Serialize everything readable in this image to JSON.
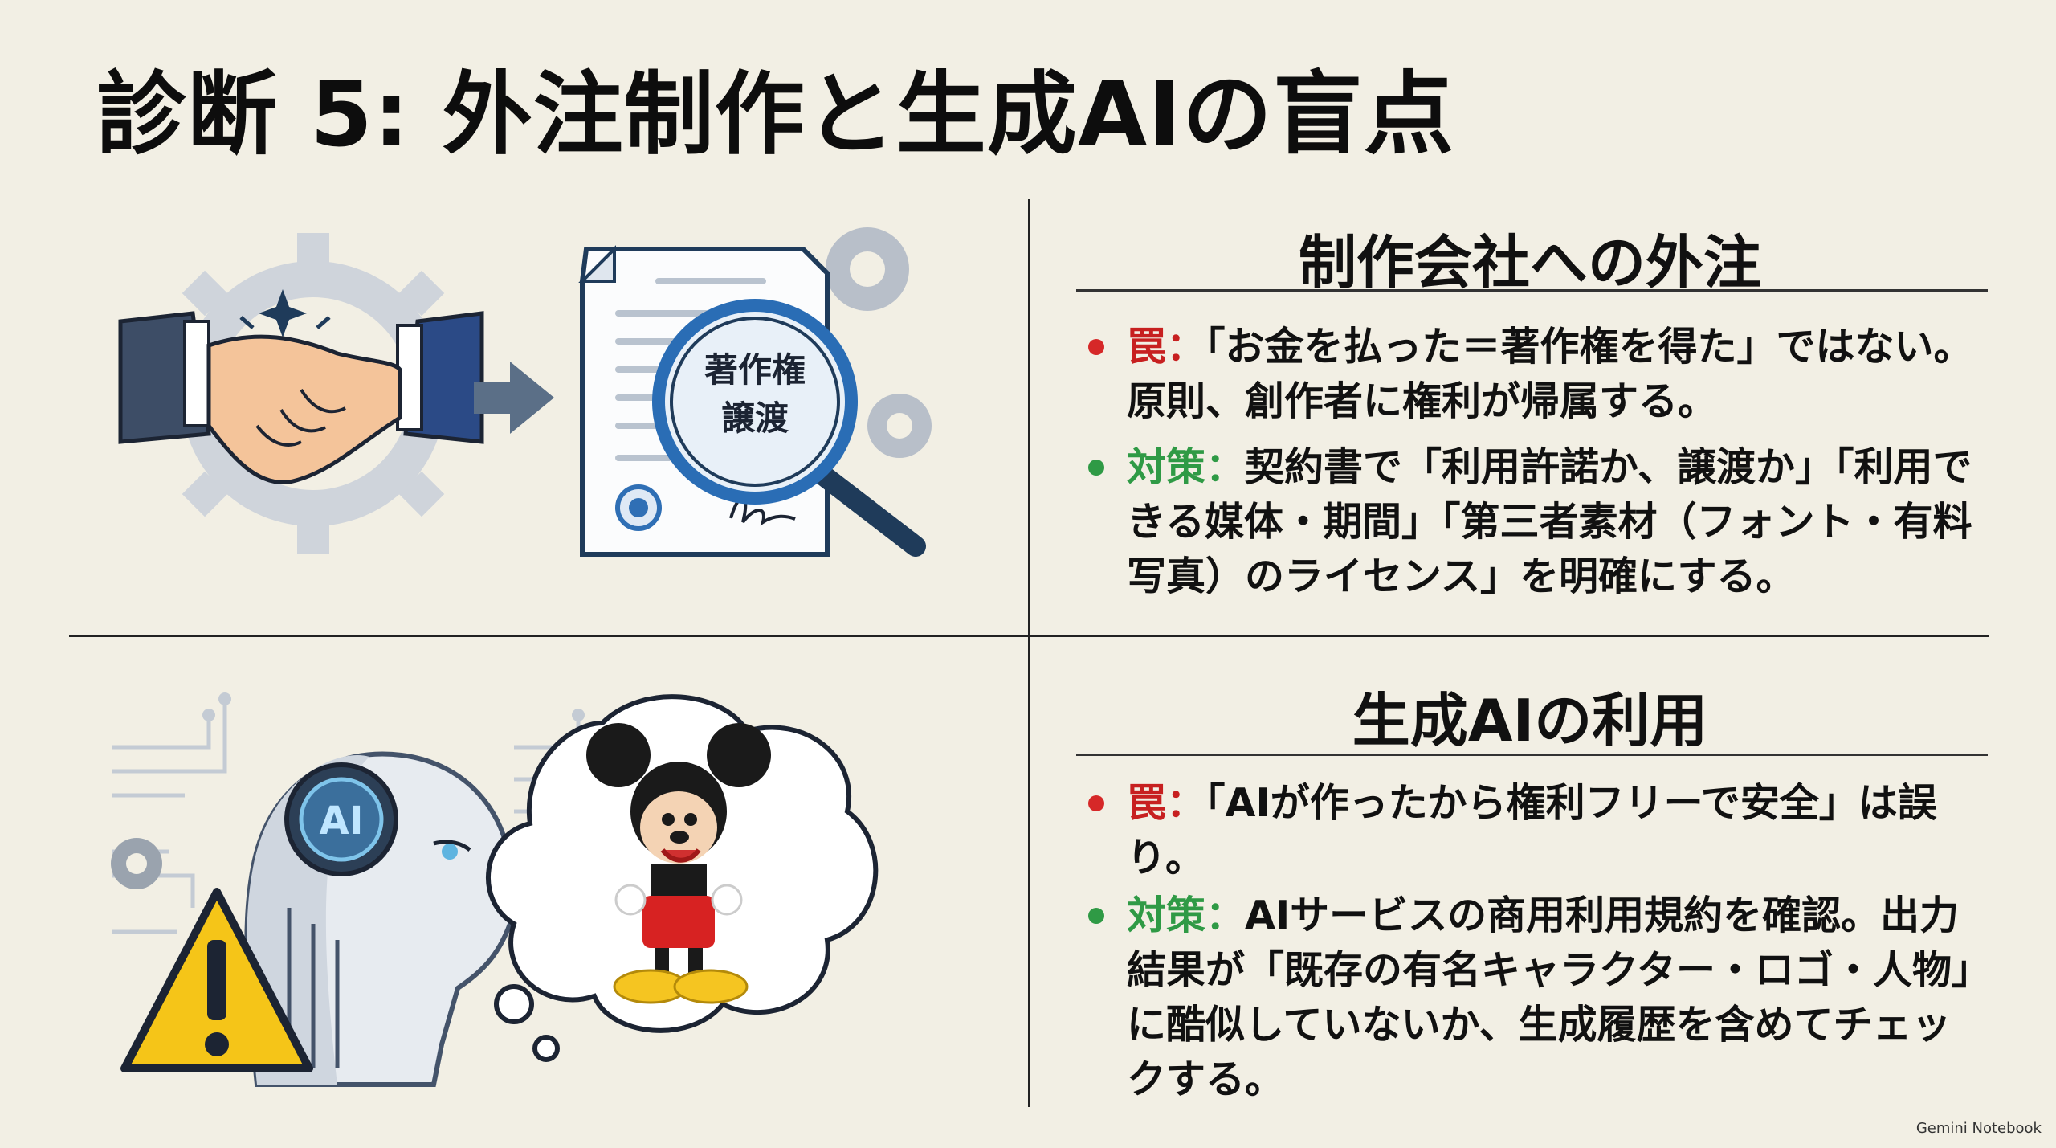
{
  "title": "診断 5: 外注制作と生成AIの盲点",
  "section1": {
    "heading": "制作会社への外注",
    "doc_text_line1": "著作権",
    "doc_text_line2": "譲渡",
    "trap_label": "罠：",
    "trap_text": "「お金を払った＝著作権を得た」ではない。原則、創作者に権利が帰属する。",
    "fix_label": "対策：",
    "fix_text": "契約書で「利用許諾か、譲渡か」「利用できる媒体・期間」「第三者素材（フォント・有料写真）のライセンス」を明確にする。"
  },
  "section2": {
    "heading": "生成AIの利用",
    "ai_badge": "AI",
    "trap_label": "罠：",
    "trap_text": "「AIが作ったから権利フリーで安全」は誤り。",
    "fix_label": "対策：",
    "fix_text": "AIサービスの商用利用規約を確認。出力結果が「既存の有名キャラクター・ロゴ・人物」に酷似していないか、生成履歴を含めてチェックする。"
  },
  "footer": "Gemini Notebook",
  "colors": {
    "trap": "#c72020",
    "fix": "#2f9a45",
    "background": "#f2efe4"
  }
}
